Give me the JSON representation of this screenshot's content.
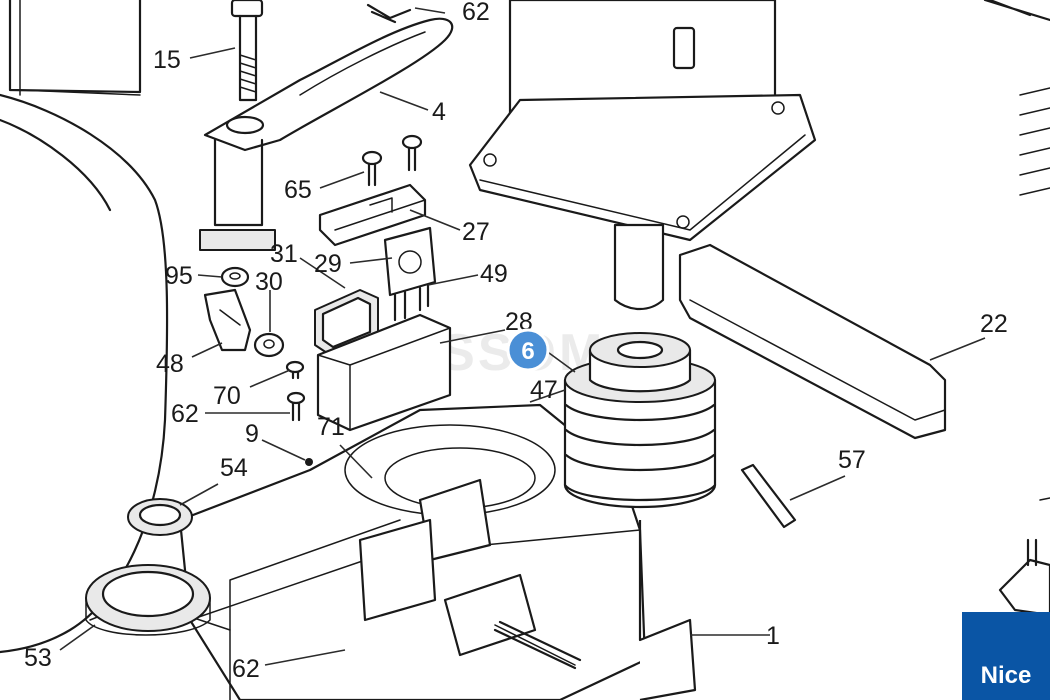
{
  "diagram": {
    "callouts": {
      "c15": "15",
      "c4": "4",
      "c62a": "62",
      "c65": "65",
      "c27": "27",
      "c31": "31",
      "c29": "29",
      "c95": "95",
      "c30": "30",
      "c49": "49",
      "c28": "28",
      "c48": "48",
      "c70": "70",
      "c47": "47",
      "c62b": "62",
      "c9": "9",
      "c71": "71",
      "c54": "54",
      "c22": "22",
      "c57": "57",
      "c53": "53",
      "c62c": "62",
      "c1": "1"
    },
    "highlight_badge": {
      "label": "6",
      "color": "#4a8fd6"
    },
    "watermark": "PLESSOM",
    "brand_logo": {
      "text": "Nice",
      "color": "#0a55a5"
    }
  }
}
